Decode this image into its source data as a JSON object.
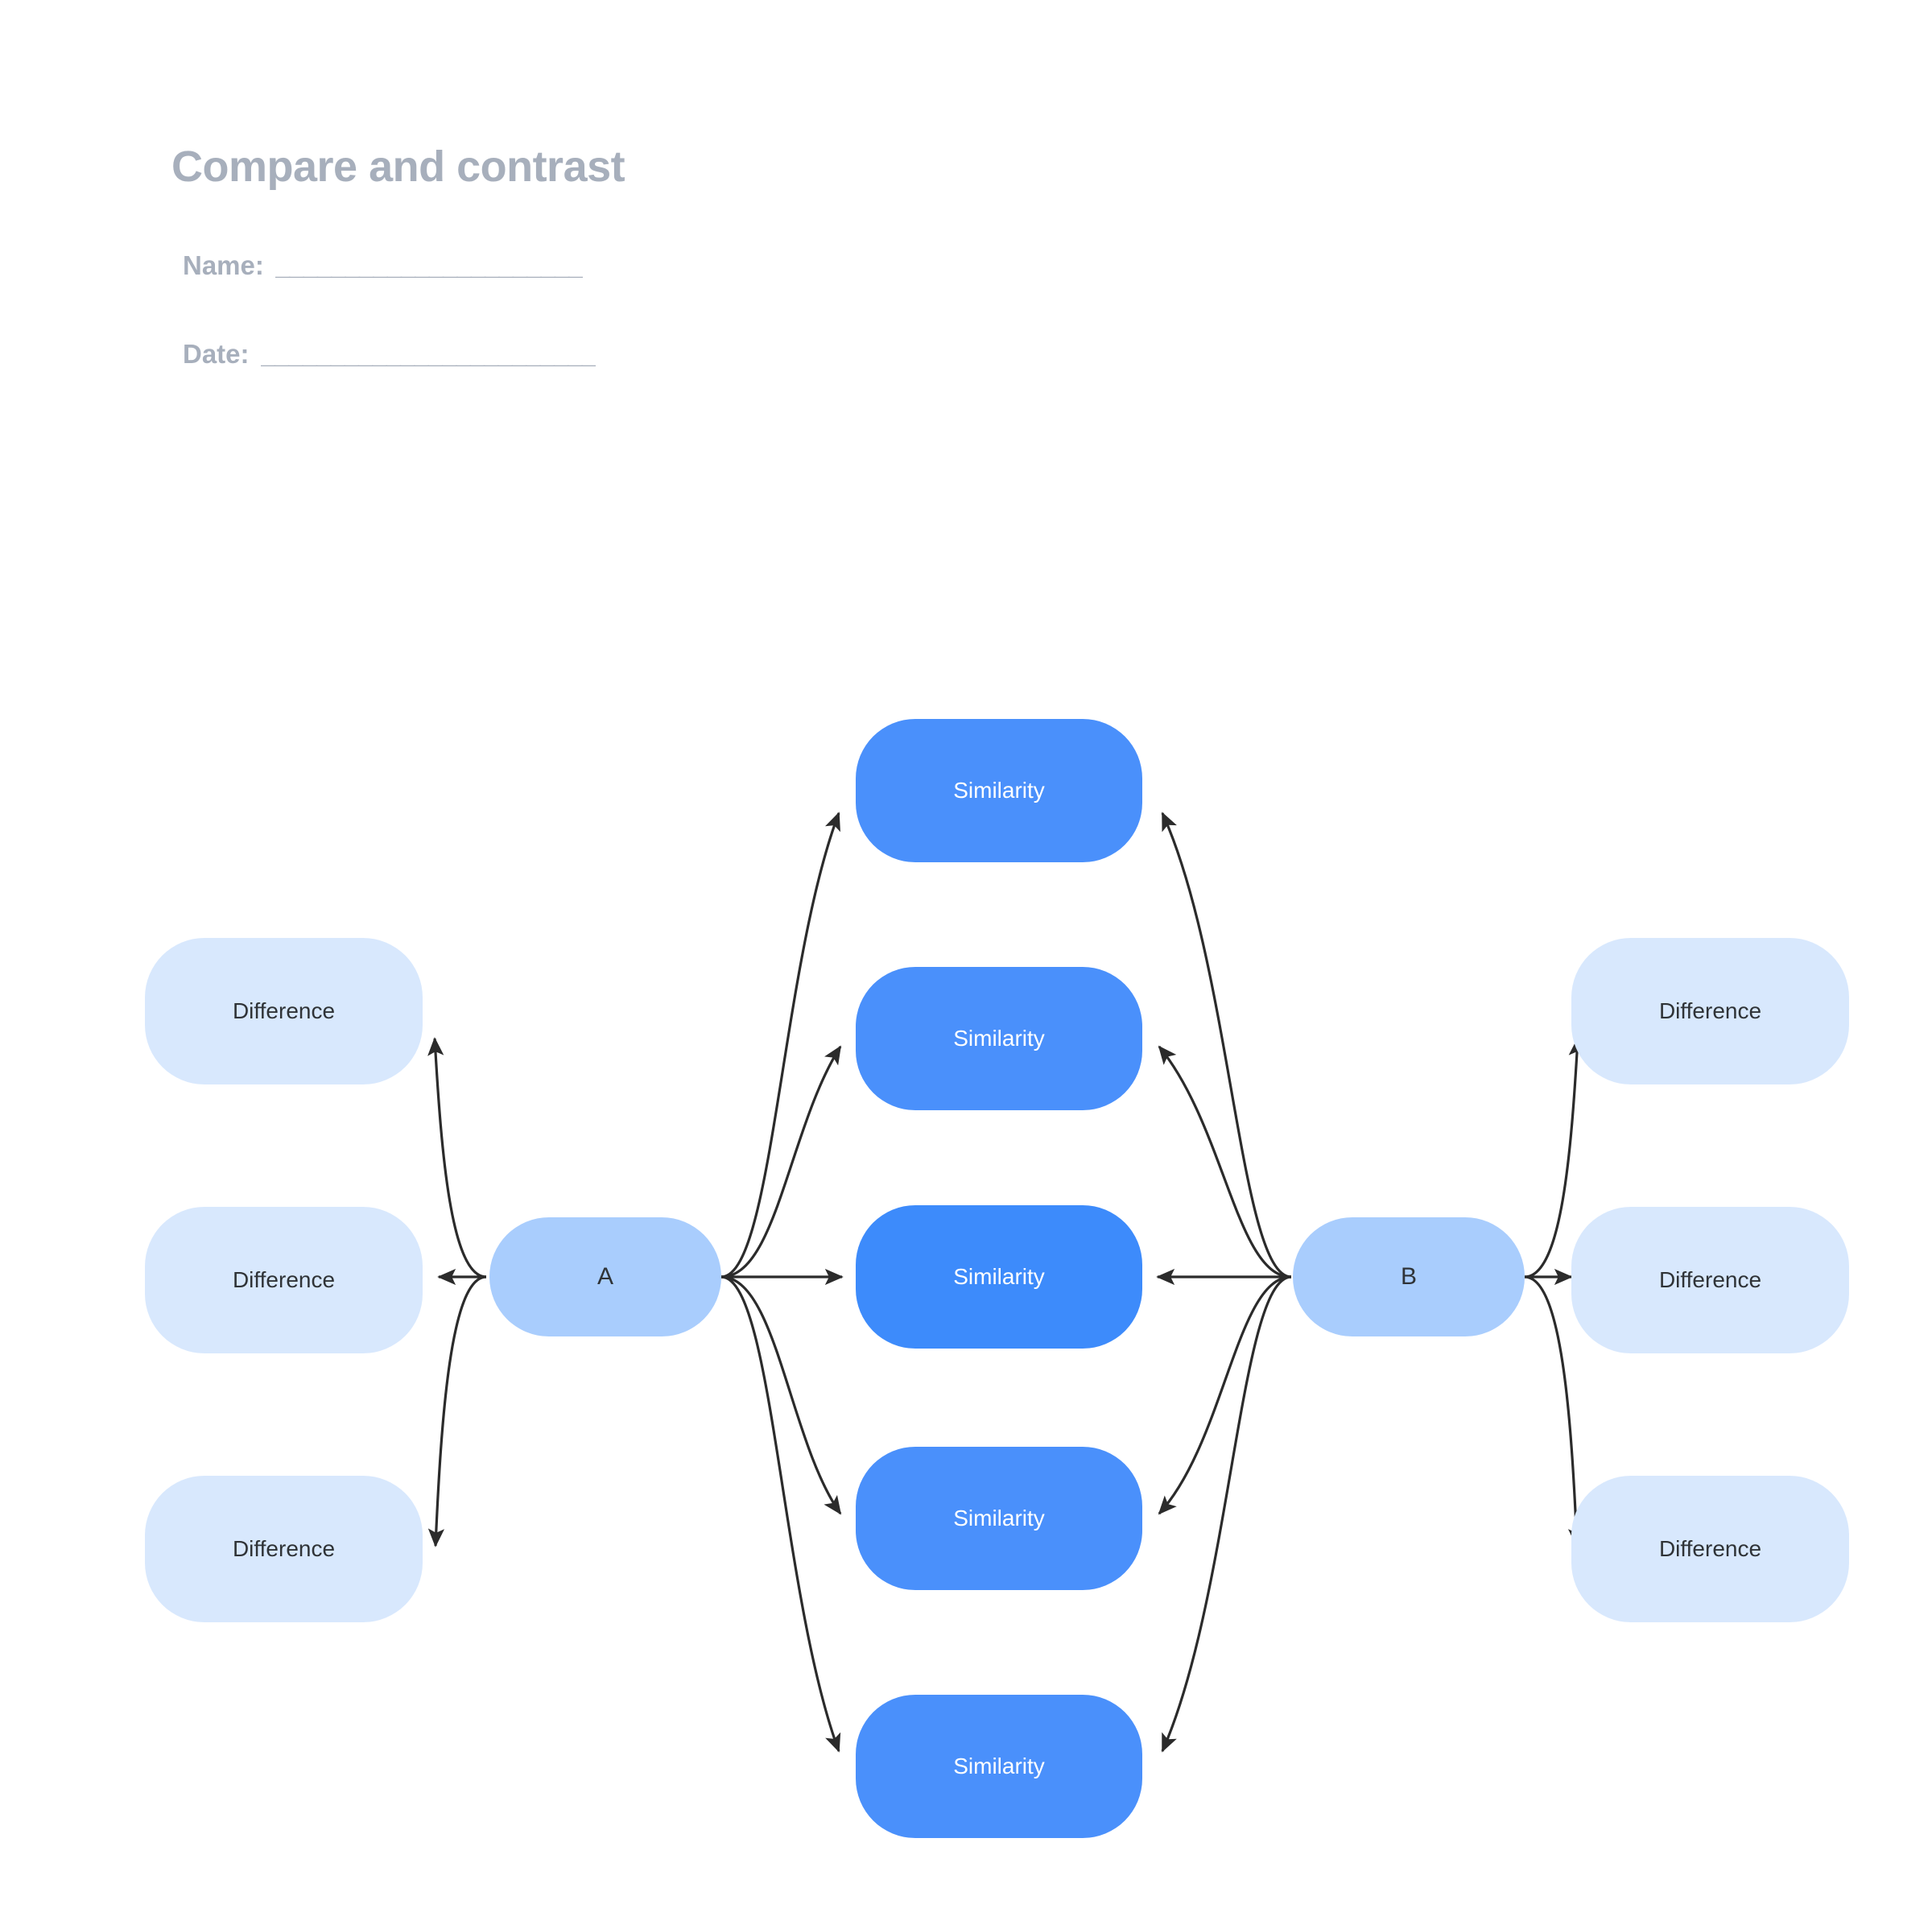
{
  "header": {
    "title": "Compare and contrast",
    "fields": [
      {
        "label": "Name:",
        "rule": "______________________"
      },
      {
        "label": "Date:",
        "rule": "________________________"
      }
    ]
  },
  "colors": {
    "title_gray": "#a7afbc",
    "difference_fill": "#d8e8fd",
    "ab_fill": "#a9cdfd",
    "similarity_fill": "#4a90fb",
    "similarity_center_fill": "#3d8bfb",
    "edge_stroke": "#2b2b2b",
    "background": "#ffffff",
    "node_text_dark": "#2f3337",
    "node_text_light": "#ffffff"
  },
  "diagram": {
    "type": "compare-contrast-graphic-organizer",
    "left_differences": [
      {
        "label": "Difference"
      },
      {
        "label": "Difference"
      },
      {
        "label": "Difference"
      }
    ],
    "subject_a": {
      "label": "A"
    },
    "similarities": [
      {
        "label": "Similarity"
      },
      {
        "label": "Similarity"
      },
      {
        "label": "Similarity"
      },
      {
        "label": "Similarity"
      },
      {
        "label": "Similarity"
      }
    ],
    "subject_b": {
      "label": "B"
    },
    "right_differences": [
      {
        "label": "Difference"
      },
      {
        "label": "Difference"
      },
      {
        "label": "Difference"
      }
    ]
  }
}
